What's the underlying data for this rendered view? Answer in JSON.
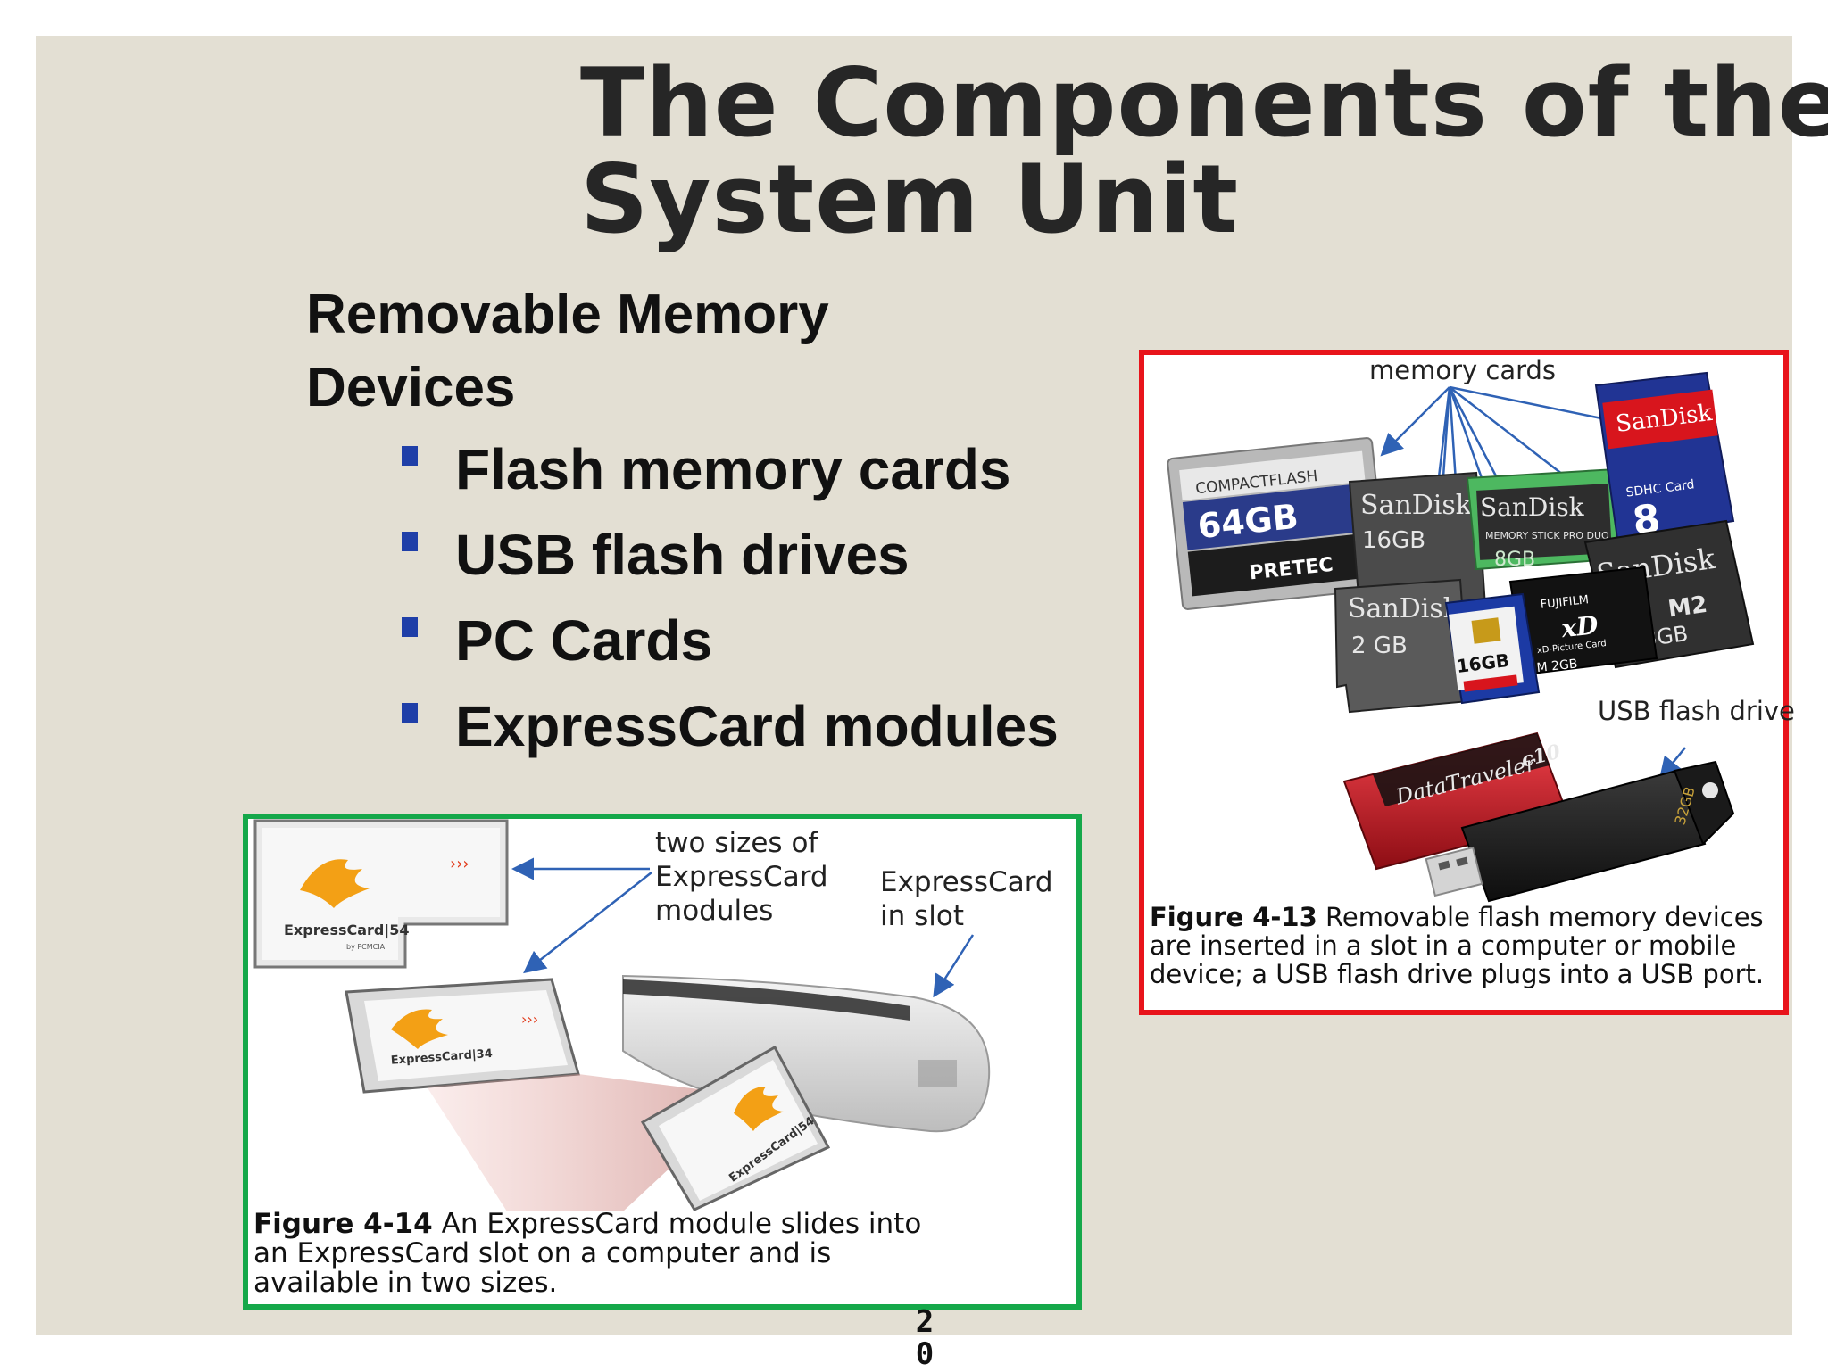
{
  "slide": {
    "title_line1": "The Components of the",
    "title_line2": "System Unit",
    "subheading": "Removable Memory Devices",
    "bullets": [
      "Flash memory cards",
      "USB flash drives",
      "PC Cards",
      "ExpressCard modules"
    ],
    "slide_number_digits": [
      "2",
      "0"
    ]
  },
  "figure_4_13": {
    "label_memory_cards": "memory cards",
    "label_usb": "USB flash drive",
    "caption_label": "Figure 4-13",
    "caption_text": "Removable flash memory devices are inserted in a slot in a computer or mobile device; a USB flash drive plugs into a USB port.",
    "card_texts": {
      "compactflash": "COMPACTFLASH",
      "cf_capacity": "64GB",
      "pretec": "PRETEC",
      "sandisk": "SanDisk",
      "sandisk_16": "16GB",
      "sandisk_2": "2 GB",
      "memory_stick": "MEMORY STICK PRO DUO",
      "ms_8": "8GB",
      "sdhc_card": "SDHC Card",
      "sdhc_8": "8",
      "fujifilm": "FUJIFILM",
      "xd": "xD",
      "xd_picture": "xD-Picture Card",
      "xd_2": "M 2GB",
      "m2": "M2",
      "m2_8": "8GB",
      "sd_16": "16GB",
      "datatraveler": "DataTraveler",
      "dt_model": "c10",
      "dt_cap": "32GB"
    }
  },
  "figure_4_14": {
    "label_two_sizes": [
      "two sizes of",
      "ExpressCard",
      "modules"
    ],
    "label_in_slot": [
      "ExpressCard",
      "in slot"
    ],
    "caption_label": "Figure 4-14",
    "caption_lines": [
      "An ExpressCard module slides into",
      "an ExpressCard slot on a computer and is",
      "available in two sizes."
    ],
    "card_brand": "ExpressCard|54",
    "card_brand_34": "ExpressCard|34",
    "pcmcia": "by PCMCIA"
  },
  "colors": {
    "slide_bg": "#e3dfd3",
    "bullet": "#1f3fa8",
    "frame_red": "#e8141b",
    "frame_green": "#15a84a",
    "arrow": "#2f62b5"
  }
}
